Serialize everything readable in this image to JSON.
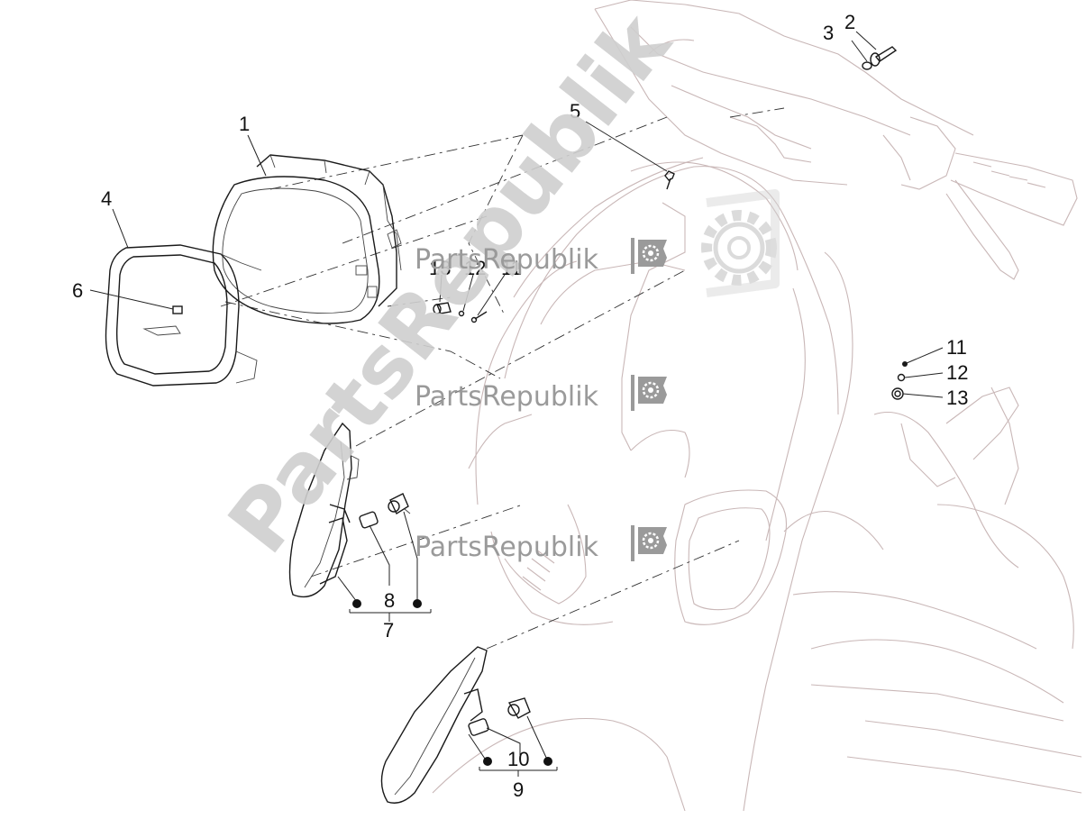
{
  "watermark": {
    "brand": "PartsRepublik",
    "big_text": "PartsRepublik",
    "icon": "gear-flag-icon"
  },
  "callouts": {
    "c1": "1",
    "c2": "2",
    "c3": "3",
    "c4": "4",
    "c5": "5",
    "c6": "6",
    "c7": "7",
    "c8": "8",
    "c9": "9",
    "c10": "10",
    "c11a": "11",
    "c12a": "12",
    "c13a": "13",
    "c11b": "11",
    "c12b": "12",
    "c13b": "13"
  },
  "colors": {
    "line": "#1a1a1a",
    "scooter_outline": "#c9b7b7",
    "watermark": "#9a9a9a"
  }
}
